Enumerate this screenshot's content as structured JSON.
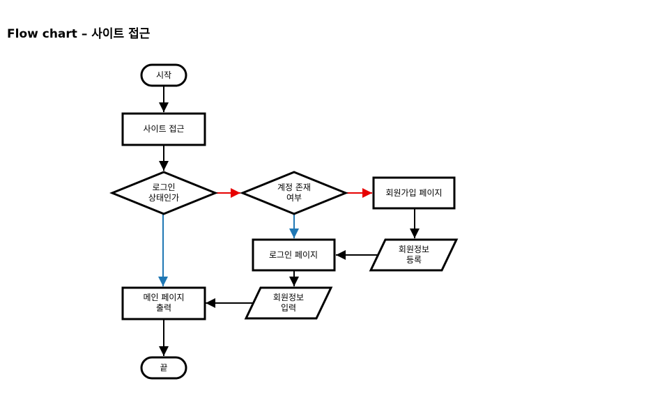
{
  "title": "Flow chart – 사이트 접근",
  "colors": {
    "stroke": "#000000",
    "yes_arrow": "#1f77b4",
    "no_arrow": "#e60000",
    "fill": "#ffffff"
  },
  "nodes": {
    "start": {
      "label": "시작"
    },
    "site_access": {
      "label": "사이트 접근"
    },
    "login_check": {
      "line1": "로그인",
      "line2": "상태인가"
    },
    "account_exists": {
      "line1": "계정 존재",
      "line2": "여부"
    },
    "signup_page": {
      "label": "회원가입 페이지"
    },
    "member_register": {
      "line1": "회원정보",
      "line2": "등록"
    },
    "login_page": {
      "label": "로그인 페이지"
    },
    "member_input": {
      "line1": "회원정보",
      "line2": "입력"
    },
    "main_page": {
      "line1": "메인 페이지",
      "line2": "출력"
    },
    "end": {
      "label": "끝"
    }
  }
}
